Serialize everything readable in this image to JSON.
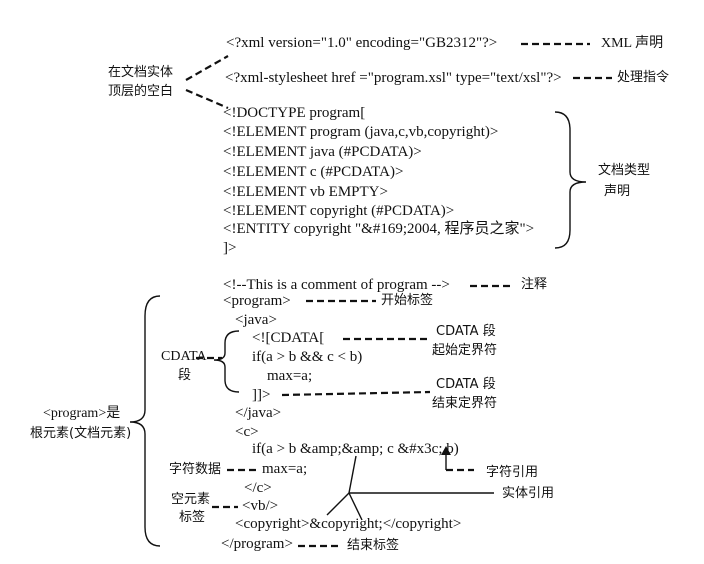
{
  "code": {
    "xml_decl": "<?xml version=\"1.0\" encoding=\"GB2312\"?>",
    "stylesheet": "<?xml-stylesheet href =\"program.xsl\" type=\"text/xsl\"?>",
    "doctype": "<!DOCTYPE program[",
    "el_program": "<!ELEMENT program (java,c,vb,copyright)>",
    "el_java": "<!ELEMENT java (#PCDATA)>",
    "el_c": "<!ELEMENT c (#PCDATA)>",
    "el_vb": "<!ELEMENT vb EMPTY>",
    "el_copyright": "<!ELEMENT copyright (#PCDATA)>",
    "entity": "<!ENTITY copyright \"&#169;2004, 程序员之家\">",
    "doctype_end": "]>",
    "comment": "<!--This is a comment of program -->",
    "program_open": "<program>",
    "java_open": "<java>",
    "cdata_open": "<![CDATA[",
    "if_java": "if(a > b && c < b)",
    "max_java": "max=a;",
    "cdata_close": "]]>",
    "java_close": "</java>",
    "c_open": "<c>",
    "if_c": "if(a > b &amp;&amp; c &#x3c; b)",
    "max_c": "max=a;",
    "c_close": "</c>",
    "vb": "<vb/>",
    "copyright": "<copyright>&copyright;</copyright>",
    "program_close": "</program>"
  },
  "labels": {
    "xml_decl": "XML 声明",
    "whitespace_1": "在文档实体",
    "whitespace_2": "顶层的空白",
    "pi": "处理指令",
    "dtd_1": "文档类型",
    "dtd_2": "声明",
    "comment": "注释",
    "start_tag": "开始标签",
    "cdata_start_1": "CDATA 段",
    "cdata_start_2": "起始定界符",
    "cdata_sec_1": "CDATA",
    "cdata_sec_2": "段",
    "cdata_end_1": "CDATA 段",
    "cdata_end_2": "结束定界符",
    "root_1": "<program>是",
    "root_2": "根元素(文档元素)",
    "char_data": "字符数据",
    "char_ref": "字符引用",
    "entity_ref": "实体引用",
    "empty_1": "空元素",
    "empty_2": "标签",
    "end_tag": "结束标签"
  }
}
